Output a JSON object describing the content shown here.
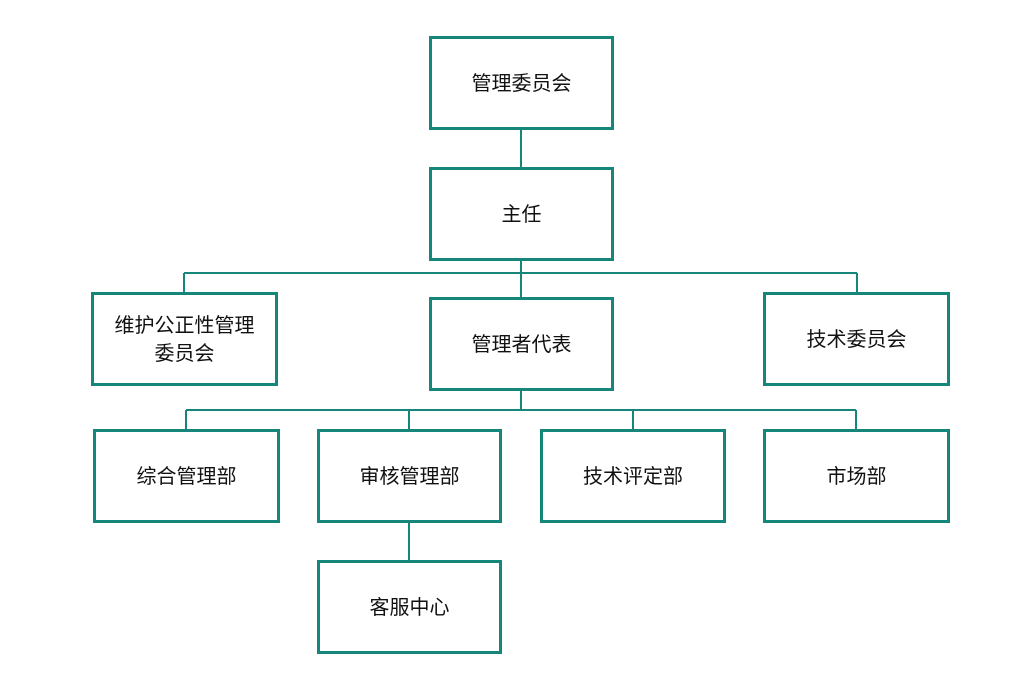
{
  "colors": {
    "border": "#17867a",
    "connector": "#17867a",
    "text": "#111111",
    "background": "#ffffff"
  },
  "nodes": {
    "management_committee": "管理委员会",
    "director": "主任",
    "impartiality_committee": "维护公正性管理\n委员会",
    "management_representative": "管理者代表",
    "technical_committee": "技术委员会",
    "general_management_dept": "综合管理部",
    "audit_management_dept": "审核管理部",
    "technical_evaluation_dept": "技术评定部",
    "market_dept": "市场部",
    "customer_service_center": "客服中心"
  }
}
